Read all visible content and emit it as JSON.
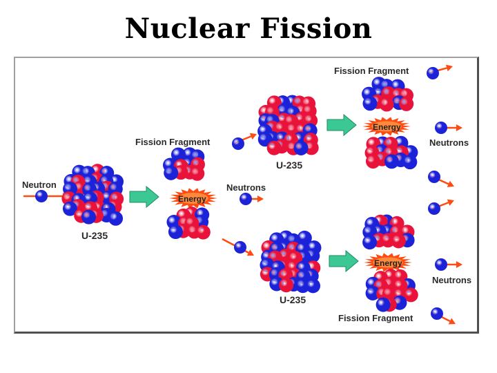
{
  "title": "Nuclear Fission",
  "labels": {
    "neutron": "Neutron",
    "u235": "U-235",
    "fission_fragment": "Fission Fragment",
    "energy": "Energy",
    "neutrons": "Neutrons"
  },
  "colors": {
    "proton": "#e8123a",
    "neutron": "#1c22d8",
    "arrow_orange": "#ff4a12",
    "process_arrow": "#3cc894",
    "energy_burst": "#ff4a12",
    "frame_dark": "#505050"
  }
}
